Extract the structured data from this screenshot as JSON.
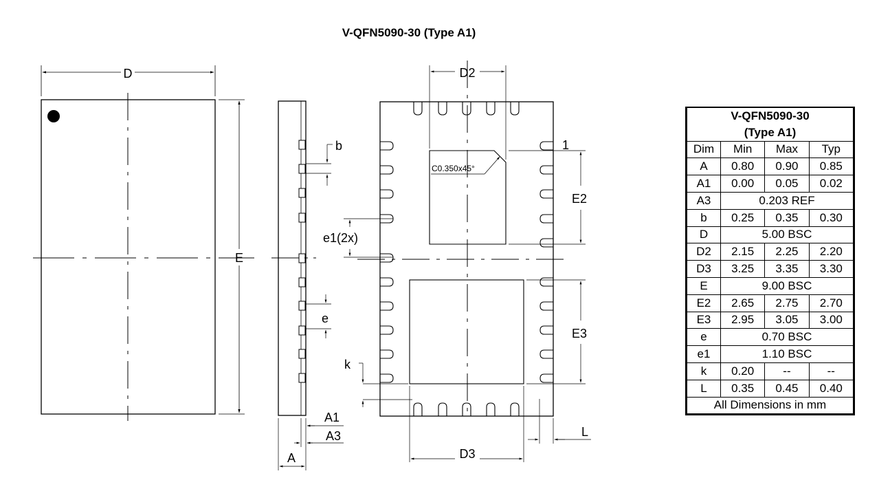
{
  "title": "V-QFN5090-30 (Type A1)",
  "labels": {
    "D": "D",
    "E": "E",
    "D2": "D2",
    "D3": "D3",
    "E2": "E2",
    "E3": "E3",
    "b": "b",
    "e": "e",
    "e1": "e1(2x)",
    "k": "k",
    "L": "L",
    "A": "A",
    "A1": "A1",
    "A3": "A3",
    "pin1": "1",
    "chamfer": "C0.350x45°"
  },
  "table": {
    "title_line1": "V-QFN5090-30",
    "title_line2": "(Type A1)",
    "headers": [
      "Dim",
      "Min",
      "Max",
      "Typ"
    ],
    "rows": [
      {
        "dim": "A",
        "cells": [
          "0.80",
          "0.90",
          "0.85"
        ]
      },
      {
        "dim": "A1",
        "cells": [
          "0.00",
          "0.05",
          "0.02"
        ]
      },
      {
        "dim": "A3",
        "span": "0.203 REF"
      },
      {
        "dim": "b",
        "cells": [
          "0.25",
          "0.35",
          "0.30"
        ]
      },
      {
        "dim": "D",
        "span": "5.00 BSC"
      },
      {
        "dim": "D2",
        "cells": [
          "2.15",
          "2.25",
          "2.20"
        ]
      },
      {
        "dim": "D3",
        "cells": [
          "3.25",
          "3.35",
          "3.30"
        ]
      },
      {
        "dim": "E",
        "span": "9.00 BSC"
      },
      {
        "dim": "E2",
        "cells": [
          "2.65",
          "2.75",
          "2.70"
        ]
      },
      {
        "dim": "E3",
        "cells": [
          "2.95",
          "3.05",
          "3.00"
        ]
      },
      {
        "dim": "e",
        "span": "0.70 BSC"
      },
      {
        "dim": "e1",
        "span": "1.10 BSC"
      },
      {
        "dim": "k",
        "cells": [
          "0.20",
          "--",
          "--"
        ]
      },
      {
        "dim": "L",
        "cells": [
          "0.35",
          "0.45",
          "0.40"
        ]
      }
    ],
    "footer": "All Dimensions in mm"
  }
}
